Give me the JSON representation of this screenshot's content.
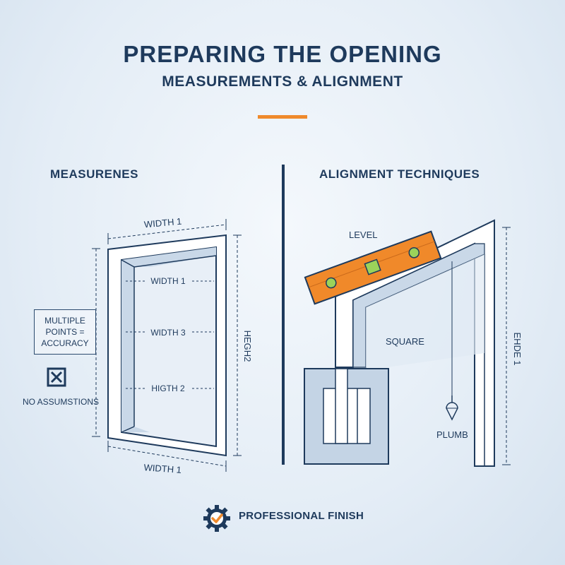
{
  "header": {
    "title": "PREPARING THE OPENING",
    "subtitle": "MEASUREMENTS & ALIGNMENT"
  },
  "measurements": {
    "heading": "MEASURENES",
    "top_width": "WIDTH 1",
    "inner_width_1": "WIDTH 1",
    "inner_width_2": "WIDTH 3",
    "inner_height": "HIGTH 2",
    "bottom_width": "WIDTH 1",
    "side_height": "HEGH2",
    "callout": "MULTIPLE POINTS = ACCURACY",
    "no_assumptions": "NO ASSUMSTIONS"
  },
  "alignment": {
    "heading": "ALIGNMENT TECHNIQUES",
    "level": "LEVEL",
    "square": "SQUARE",
    "plumb": "PLUMB",
    "side_height": "EHDE 1"
  },
  "footer": {
    "label": "PROFESSIONAL FINISH"
  },
  "colors": {
    "navy": "#1e3a5c",
    "accent_orange": "#ef8a2c",
    "level_orange": "#f0892a",
    "bubble_green": "#9bd35a"
  },
  "icons": {
    "no_assumptions": "x-box-icon",
    "footer": "gear-check-icon"
  }
}
